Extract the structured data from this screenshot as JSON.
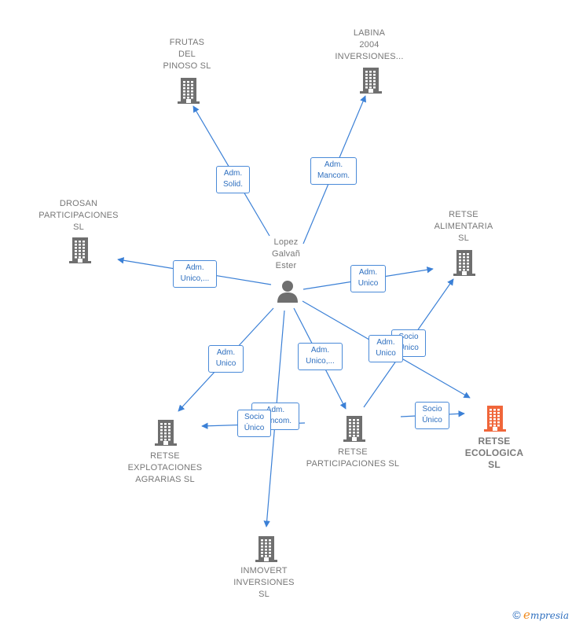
{
  "person": {
    "label": "Lopez\nGalvañ\nEster",
    "icon": "person-icon"
  },
  "companies": [
    {
      "id": "frutas",
      "label": "FRUTAS\nDEL\nPINOSO  SL",
      "color": "#6f6f6f"
    },
    {
      "id": "labina",
      "label": "LABINA\n2004\nINVERSIONES...",
      "color": "#6f6f6f"
    },
    {
      "id": "drosan",
      "label": "DROSAN\nPARTICIPACIONES\nSL",
      "color": "#6f6f6f"
    },
    {
      "id": "retse_alim",
      "label": "RETSE\nALIMENTARIA\nSL",
      "color": "#6f6f6f"
    },
    {
      "id": "retse_expl",
      "label": "RETSE\nEXPLOTACIONES\nAGRARIAS  SL",
      "color": "#6f6f6f"
    },
    {
      "id": "retse_part",
      "label": "RETSE\nPARTICIPACIONES SL",
      "color": "#6f6f6f"
    },
    {
      "id": "retse_eco",
      "label": "RETSE\nECOLOGICA\nSL",
      "color": "#f0663a"
    },
    {
      "id": "inmovert",
      "label": "INMOVERT\nINVERSIONES\nSL",
      "color": "#6f6f6f"
    }
  ],
  "badges": [
    {
      "id": "b_frutas",
      "text": "Adm.\nSolid."
    },
    {
      "id": "b_labina",
      "text": "Adm.\nMancom."
    },
    {
      "id": "b_drosan",
      "text": "Adm.\nUnico,..."
    },
    {
      "id": "b_alim",
      "text": "Adm.\nUnico"
    },
    {
      "id": "b_expl",
      "text": "Adm.\nUnico"
    },
    {
      "id": "b_part",
      "text": "Adm.\nUnico,..."
    },
    {
      "id": "b_inmo",
      "text": "Adm.\nMancom."
    },
    {
      "id": "b_eco",
      "text": "Adm.\nUnico"
    },
    {
      "id": "b_socio_alim",
      "text": "Socio\nÚnico"
    },
    {
      "id": "b_socio_expl",
      "text": "Socio\nÚnico"
    },
    {
      "id": "b_socio_eco",
      "text": "Socio\nÚnico"
    }
  ],
  "colors": {
    "edge": "#3b80d6",
    "badge_border": "#4a8ad8",
    "highlight": "#f0663a",
    "building": "#6f6f6f"
  },
  "footer": {
    "copyright": "©",
    "brand_first": "e",
    "brand_rest": "mpresia"
  }
}
